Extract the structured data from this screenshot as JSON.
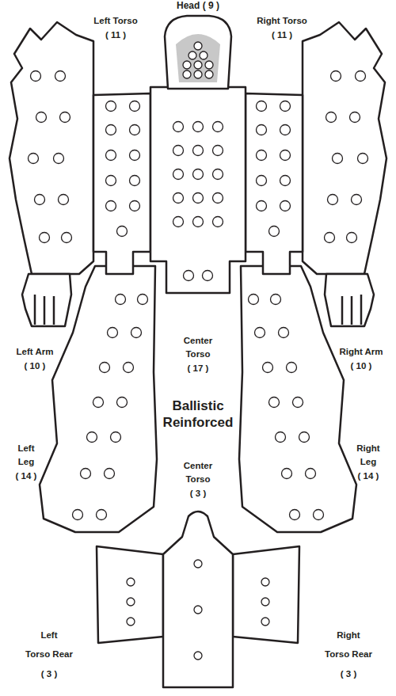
{
  "diagram": {
    "labels": [
      "Head ( 9 )",
      "Left Torso",
      "( 11 )",
      "Right Torso",
      "( 11 )",
      "Left Arm",
      "( 10 )",
      "Center",
      "Torso",
      "( 17 )",
      "Right Arm",
      "( 10 )",
      "Ballistic",
      "Reinforced",
      "Left",
      "Leg",
      "( 14 )",
      "Center",
      "Torso",
      "( 3 )",
      "Right",
      "Leg",
      "( 14 )",
      "Left",
      "Torso Rear",
      "( 3 )",
      "Right",
      "Torso Rear",
      "( 3 )"
    ]
  }
}
